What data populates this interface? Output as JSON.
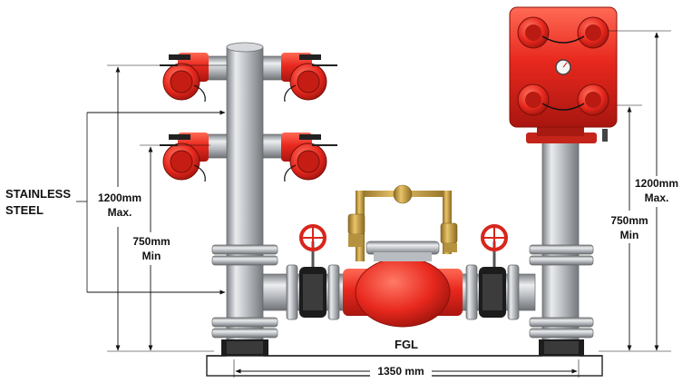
{
  "labels": {
    "material_line1": "STAINLESS",
    "material_line2": "STEEL",
    "left_max_value": "1200mm",
    "left_max_word": "Max.",
    "left_min_value": "750mm",
    "left_min_word": "Min",
    "right_max_value": "1200mm",
    "right_max_word": "Max.",
    "right_min_value": "750mm",
    "right_min_word": "Min",
    "ground_level": "FGL",
    "width_dimension": "1350 mm"
  },
  "colors": {
    "fire_red": "#e8281e",
    "dark_red": "#a8160f",
    "steel": "#c9ccd0",
    "steel_dark": "#8d9196",
    "brass": "#c9a14a",
    "black": "#1a1a1a"
  }
}
